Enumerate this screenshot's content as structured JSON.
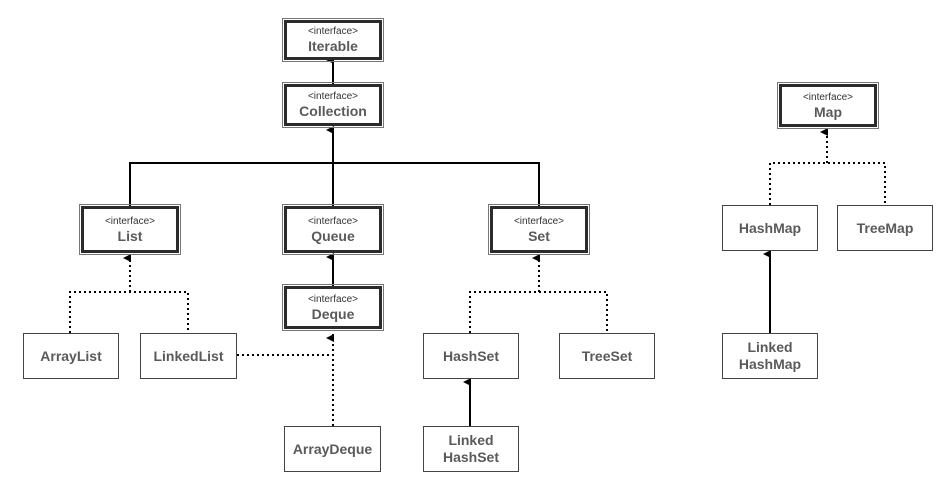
{
  "stereotype": "<interface>",
  "nodes": {
    "iterable": "Iterable",
    "collection": "Collection",
    "list": "List",
    "queue": "Queue",
    "set": "Set",
    "deque": "Deque",
    "arraylist": "ArrayList",
    "linkedlist": "LinkedList",
    "arraydeque": "ArrayDeque",
    "hashset": "HashSet",
    "treeset": "TreeSet",
    "linkedhashset_line1": "Linked",
    "linkedhashset_line2": "HashSet",
    "map": "Map",
    "hashmap": "HashMap",
    "treemap": "TreeMap",
    "linkedhashmap_line1": "Linked",
    "linkedhashmap_line2": "HashMap"
  },
  "relations": [
    {
      "from": "Collection",
      "to": "Iterable",
      "style": "solid"
    },
    {
      "from": "List",
      "to": "Collection",
      "style": "solid"
    },
    {
      "from": "Queue",
      "to": "Collection",
      "style": "solid"
    },
    {
      "from": "Set",
      "to": "Collection",
      "style": "solid"
    },
    {
      "from": "Deque",
      "to": "Queue",
      "style": "solid"
    },
    {
      "from": "ArrayList",
      "to": "List",
      "style": "dotted"
    },
    {
      "from": "LinkedList",
      "to": "List",
      "style": "dotted"
    },
    {
      "from": "LinkedList",
      "to": "Deque",
      "style": "dotted"
    },
    {
      "from": "ArrayDeque",
      "to": "Deque",
      "style": "dotted"
    },
    {
      "from": "HashSet",
      "to": "Set",
      "style": "dotted"
    },
    {
      "from": "TreeSet",
      "to": "Set",
      "style": "dotted"
    },
    {
      "from": "LinkedHashSet",
      "to": "HashSet",
      "style": "solid"
    },
    {
      "from": "HashMap",
      "to": "Map",
      "style": "dotted"
    },
    {
      "from": "TreeMap",
      "to": "Map",
      "style": "dotted"
    },
    {
      "from": "LinkedHashMap",
      "to": "HashMap",
      "style": "solid"
    }
  ],
  "colors": {
    "line": "#000000",
    "text": "#5a5a5a",
    "border": "#2b2b2b"
  }
}
